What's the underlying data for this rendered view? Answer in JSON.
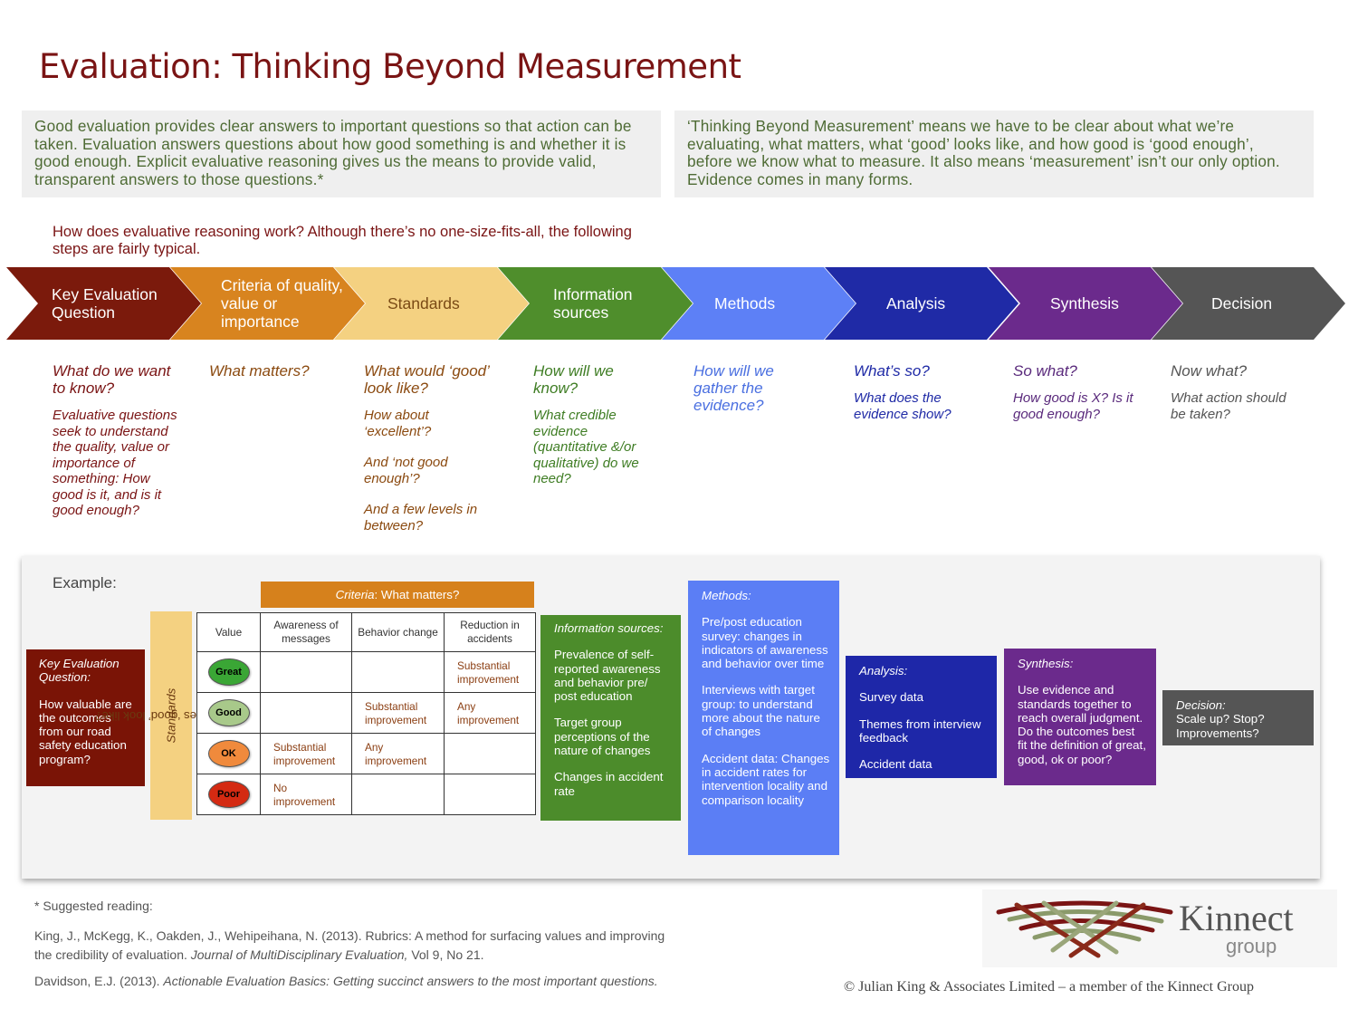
{
  "title": "Evaluation: Thinking Beyond Measurement",
  "intro": {
    "left": "Good evaluation provides clear answers to important questions so that action can be taken. Evaluation answers questions about how good something is and whether it is good enough. Explicit evaluative reasoning gives us the means to provide valid, transparent answers to those questions.*",
    "right": "‘Thinking Beyond Measurement’ means we have to be clear about what we’re evaluating, what matters, what ‘good’ looks like, and how good is ‘good enough’, before we know what to measure. It also means ‘measurement’ isn’t our only option. Evidence comes in many forms."
  },
  "how_text": "How does evaluative reasoning work? Although there’s no one-size-fits-all, the following steps are fairly typical.",
  "steps": [
    {
      "label": "Key Evaluation Question",
      "color": "#7b1a0c",
      "text_color": "#ffffff",
      "question": "What do we want to know?",
      "q_color": "#7a1414",
      "sub": [
        "Evaluative questions seek to understand the quality, value or importance of something: How good is it, and is it good enough?"
      ]
    },
    {
      "label": "Criteria of quality, value or importance",
      "color": "#d8841f",
      "text_color": "#ffffff",
      "question": "What matters?",
      "q_color": "#8b4a10",
      "sub": []
    },
    {
      "label": "Standards",
      "color": "#f4d181",
      "text_color": "#7a4a15",
      "question": "What would ‘good’ look like?",
      "q_color": "#8b4a10",
      "sub": [
        "How about ‘excellent’?",
        "And ‘not good enough’?",
        "And a few levels in between?"
      ]
    },
    {
      "label": "Information sources",
      "color": "#4f8e2c",
      "text_color": "#ffffff",
      "question": "How will we know?",
      "q_color": "#3f7d24",
      "sub": [
        "What credible evidence (quantitative &/or qualitative) do we need?"
      ]
    },
    {
      "label": "Methods",
      "color": "#5d80f6",
      "text_color": "#ffffff",
      "question": "How will we gather the evidence?",
      "q_color": "#4a6fe0",
      "sub": []
    },
    {
      "label": "Analysis",
      "color": "#1f2aa6",
      "text_color": "#ffffff",
      "question": "What’s so?",
      "q_color": "#1f2aa6",
      "sub": [
        "What does the evidence show?"
      ]
    },
    {
      "label": "Synthesis",
      "color": "#6b2a8c",
      "text_color": "#ffffff",
      "question": "So what?",
      "q_color": "#5a2a7c",
      "sub": [
        "How good is X? Is it good enough?"
      ]
    },
    {
      "label": "Decision",
      "color": "#555555",
      "text_color": "#ffffff",
      "question": "Now what?",
      "q_color": "#555555",
      "sub": [
        "What action should be taken?"
      ]
    }
  ],
  "example": {
    "label": "Example:",
    "key_question": {
      "heading": "Key Evaluation Question:",
      "text": "How valuable are the outcomes from our road safety education program?"
    },
    "criteria_header": {
      "prefix": "Criteria",
      "suffix": ": What matters?"
    },
    "standards_vertical": {
      "prefix": "Standards",
      "suffix": ": What does ‘good’ look like?"
    },
    "rubric": {
      "headers": [
        "Value",
        "Awareness of messages",
        "Behavior change",
        "Reduction in accidents"
      ],
      "rows": [
        {
          "level": "Great",
          "color": "#3aa635",
          "cells": [
            "",
            "",
            "Substantial improvement"
          ]
        },
        {
          "level": "Good",
          "color": "#a8c98a",
          "cells": [
            "",
            "Substantial improvement",
            "Any improvement"
          ]
        },
        {
          "level": "OK",
          "color": "#f08a3c",
          "cells": [
            "Substantial improvement",
            "Any improvement",
            ""
          ]
        },
        {
          "level": "Poor",
          "color": "#d42a12",
          "cells": [
            "No improvement",
            "",
            ""
          ]
        }
      ]
    },
    "info_sources": {
      "heading": "Information sources:",
      "items": [
        "Prevalence of self-reported awareness and behavior pre/ post education",
        "Target group perceptions of the nature of changes",
        "Changes in accident rate"
      ]
    },
    "methods": {
      "heading": "Methods:",
      "items": [
        "Pre/post education survey: changes in indicators of awareness and behavior over time",
        "Interviews with target group: to understand more about the nature of changes",
        "Accident data: Changes in accident rates for intervention locality and comparison locality"
      ]
    },
    "analysis": {
      "heading": "Analysis:",
      "items": [
        "Survey data",
        "Themes from interview feedback",
        "Accident data"
      ]
    },
    "synthesis": {
      "heading": "Synthesis:",
      "text": "Use evidence and standards together to reach overall judgment. Do the outcomes best fit the definition of great, good, ok or poor?"
    },
    "decision": {
      "heading": "Decision:",
      "text": "Scale up? Stop? Improvements?"
    }
  },
  "reading": {
    "title": "* Suggested reading:",
    "ref1_main": "King, J., McKegg, K., Oakden, J., Wehipeihana, N. (2013). Rubrics: A method for surfacing values and improving the credibility of evaluation. ",
    "ref1_journal": "Journal of MultiDisciplinary Evaluation,",
    "ref1_tail": " Vol 9, No 21.",
    "ref2_main": "Davidson, E.J. (2013). ",
    "ref2_title": "Actionable Evaluation Basics: Getting succinct answers to the most important questions."
  },
  "logo": {
    "name": "Kinnect",
    "group": "group"
  },
  "copyright": "© Julian King & Associates Limited – a member of the Kinnect Group"
}
